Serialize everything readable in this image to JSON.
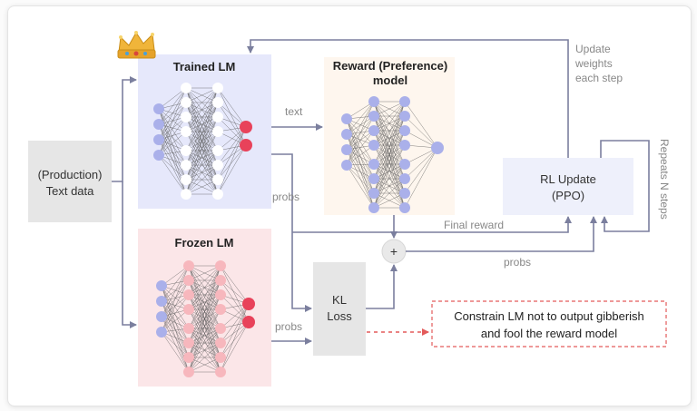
{
  "diagram": {
    "source_text": {
      "line1": "(Production)",
      "line2": "Text data"
    },
    "trained_lm": {
      "title": "Trained LM"
    },
    "frozen_lm": {
      "title": "Frozen LM"
    },
    "reward_model": {
      "title_line1": "Reward (Preference)",
      "title_line2": "model"
    },
    "kl_loss": {
      "line1": "KL",
      "line2": "Loss"
    },
    "rl_update": {
      "line1": "RL Update",
      "line2": "(PPO)"
    },
    "plus_sign": "+",
    "edge_labels": {
      "text": "text",
      "probs_trained": "probs",
      "probs_frozen": "probs",
      "final_reward": "Final reward",
      "probs_combined": "probs",
      "update_line1": "Update",
      "update_line2": "weights",
      "update_line3": "each step",
      "repeats": "Repeats N steps"
    },
    "constraint_note": {
      "line1": "Constrain LM not to output gibberish",
      "line2": "and fool the reward model"
    },
    "icons": {
      "crown": "crown-icon"
    },
    "colors": {
      "trained_bg": "#e6e8fb",
      "frozen_bg": "#fbe6e8",
      "reward_bg": "#fef6ee",
      "box_gray": "#e6e6e6",
      "rl_bg": "#eef0fb",
      "arrow": "#7b7f9e",
      "blue_node": "#aab0ea",
      "pink_node": "#f7b7bd",
      "red_node": "#e8425a",
      "dashed_red": "#e35a5a"
    }
  }
}
